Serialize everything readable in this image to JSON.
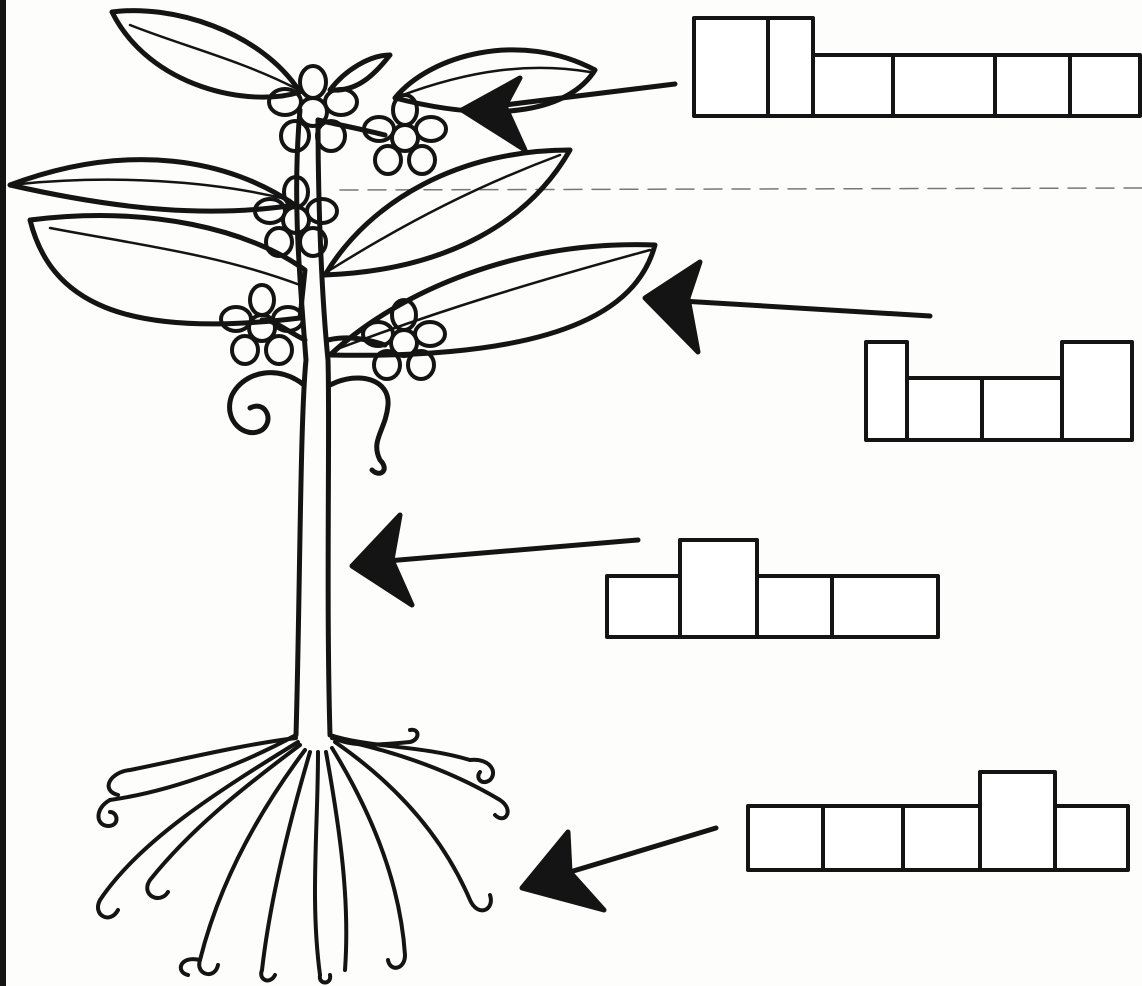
{
  "worksheet": {
    "labels": [
      {
        "part": "flower",
        "boxes": [
          "",
          "",
          "",
          "",
          "",
          ""
        ],
        "tall": [
          0,
          1
        ]
      },
      {
        "part": "leaf",
        "boxes": [
          "",
          "",
          "",
          ""
        ],
        "tall": [
          0,
          3
        ]
      },
      {
        "part": "stem",
        "boxes": [
          "",
          "",
          "",
          ""
        ],
        "tall": [
          1
        ]
      },
      {
        "part": "roots",
        "boxes": [
          "",
          "",
          "",
          "",
          ""
        ],
        "tall": [
          3
        ]
      }
    ]
  },
  "colors": {
    "ink": "#141414",
    "paper": "#fdfdfb"
  }
}
